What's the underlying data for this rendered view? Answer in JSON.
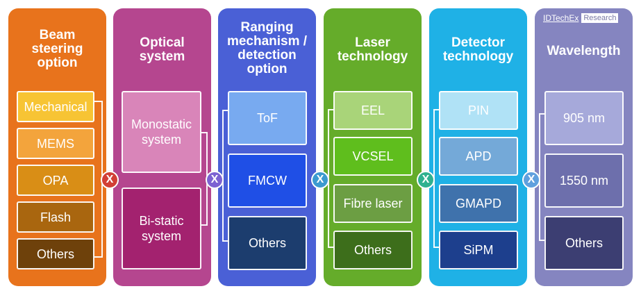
{
  "brand": {
    "name": "IDTechEx",
    "tag": "Research"
  },
  "operator": "X",
  "columns": [
    {
      "title": "Beam\nsteering\noption",
      "color": "#e8731c",
      "options": [
        {
          "label": "Mechanical",
          "color": "#f7c434"
        },
        {
          "label": "MEMS",
          "color": "#f3a43c"
        },
        {
          "label": "OPA",
          "color": "#d98e16"
        },
        {
          "label": "Flash",
          "color": "#a9660f"
        },
        {
          "label": "Others",
          "color": "#6e410b"
        }
      ]
    },
    {
      "title": "Optical\nsystem",
      "color": "#b5468f",
      "options": [
        {
          "label": "Monostatic\nsystem",
          "color": "#d985b9"
        },
        {
          "label": "Bi-static\nsystem",
          "color": "#a3226f"
        }
      ]
    },
    {
      "title": "Ranging\nmechanism /\ndetection\noption",
      "color": "#4a60d6",
      "options": [
        {
          "label": "ToF",
          "color": "#78aaf0"
        },
        {
          "label": "FMCW",
          "color": "#1f4fe6"
        },
        {
          "label": "Others",
          "color": "#1c3d6e"
        }
      ]
    },
    {
      "title": "Laser\ntechnology",
      "color": "#65ac2a",
      "options": [
        {
          "label": "EEL",
          "color": "#a9d479"
        },
        {
          "label": "VCSEL",
          "color": "#5fbe1d"
        },
        {
          "label": "Fibre laser",
          "color": "#6c9e43"
        },
        {
          "label": "Others",
          "color": "#3d6e1b"
        }
      ]
    },
    {
      "title": "Detector\ntechnology",
      "color": "#1fb1e6",
      "options": [
        {
          "label": "PIN",
          "color": "#b0e2f6"
        },
        {
          "label": "APD",
          "color": "#74a9d8"
        },
        {
          "label": "GMAPD",
          "color": "#3f72ac"
        },
        {
          "label": "SiPM",
          "color": "#1d3f8d"
        }
      ]
    },
    {
      "title": "Wavelength",
      "color": "#8585c0",
      "options": [
        {
          "label": "905 nm",
          "color": "#a6a9da"
        },
        {
          "label": "1550 nm",
          "color": "#6d6fac"
        },
        {
          "label": "Others",
          "color": "#3c3e72"
        }
      ]
    }
  ]
}
